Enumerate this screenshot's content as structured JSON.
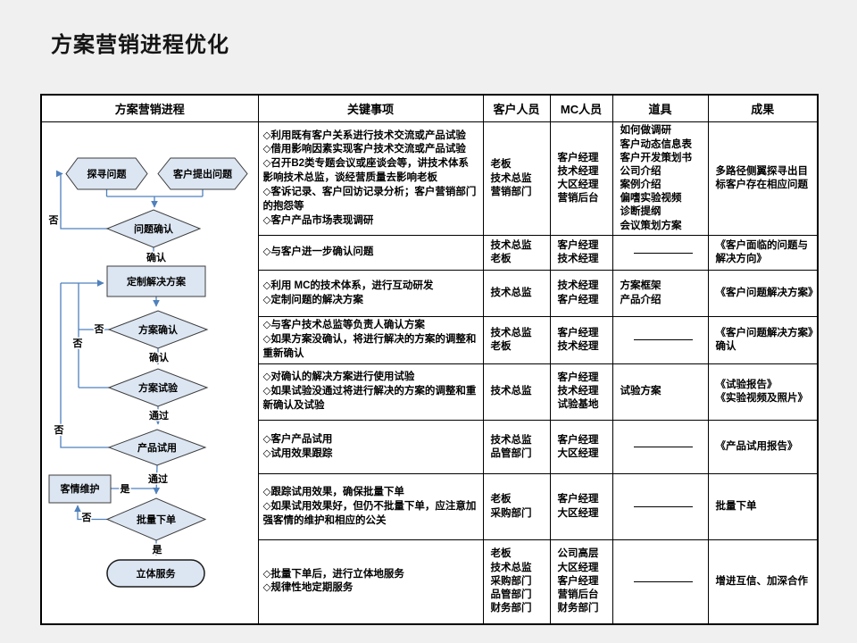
{
  "title": "方案营销进程优化",
  "table": {
    "headers": [
      "方案营销进程",
      "关键事项",
      "客户人员",
      "MC人员",
      "道具",
      "成果"
    ],
    "rows": [
      {
        "key_items": "◇利用既有客户关系进行技术交流或产品试验\n◇借用影响因素实现客户技术交流或产品试验\n◇召开B2类专题会议或座谈会等，讲技术体系影响技术总监，谈经营质量去影响老板\n◇客诉记录、客户回访记录分析；客户营销部门的抱怨等\n◇客户产品市场表现调研",
        "customer": "老板\n技术总监\n营销部门",
        "mc": "客户经理\n技术经理\n大区经理\n营销后台",
        "props": "如何做调研\n客户动态信息表\n客户开发策划书\n公司介绍\n案例介绍\n偏嗜实验视频\n诊断提纲\n会议策划方案",
        "props_dash": false,
        "result": "多路径侧翼探寻出目标客户存在相应问题"
      },
      {
        "key_items": "◇与客户进一步确认问题",
        "customer": "技术总监\n老板",
        "mc": "客户经理\n技术经理",
        "props": "",
        "props_dash": true,
        "result": "《客户面临的问题与解决方向》"
      },
      {
        "key_items": "◇利用 MC的技术体系，进行互动研发\n◇定制问题的解决方案",
        "customer": "技术总监",
        "mc": "技术经理\n客户经理",
        "props": "方案框架\n产品介绍",
        "props_dash": false,
        "result": "《客户问题解决方案》"
      },
      {
        "key_items": "◇与客户技术总监等负责人确认方案\n◇如果方案没确认，将进行解决的方案的调整和重新确认",
        "customer": "技术总监\n老板",
        "mc": "客户经理\n技术经理",
        "props": "",
        "props_dash": true,
        "result": "《客户问题解决方案》确认"
      },
      {
        "key_items": "◇对确认的解决方案进行使用试验\n◇如果试验没通过将进行解决的方案的调整和重新确认及试验",
        "customer": "技术总监",
        "mc": "客户经理\n技术经理\n试验基地",
        "props": "试验方案",
        "props_dash": false,
        "result": "《试验报告》\n《实验视频及照片》"
      },
      {
        "key_items": "◇客户产品试用\n◇试用效果跟踪",
        "customer": "技术总监\n品管部门",
        "mc": "客户经理\n大区经理",
        "props": "",
        "props_dash": true,
        "result": "《产品试用报告》"
      },
      {
        "key_items": "◇跟踪试用效果，确保批量下单\n◇如果试用效果好，但仍不批量下单，应注意加强客情的维护和相应的公关",
        "customer": "老板\n采购部门",
        "mc": "客户经理\n大区经理",
        "props": "",
        "props_dash": true,
        "result": "批量下单"
      },
      {
        "key_items": "◇批量下单后，进行立体地服务\n◇规律性地定期服务",
        "customer": "老板\n技术总监\n采购部门\n品管部门\n财务部门",
        "mc": "公司高层\n大区经理\n客户经理\n营销后台\n财务部门",
        "props": "",
        "props_dash": true,
        "result": "增进互信、加深合作"
      }
    ]
  },
  "flowchart": {
    "nodes": {
      "explore": "探寻问题",
      "customer_raise": "客户提出问题",
      "problem_confirm": "问题确认",
      "custom_solution": "定制解决方案",
      "solution_confirm": "方案确认",
      "solution_trial": "方案试验",
      "product_trial": "产品试用",
      "bulk_order": "批量下单",
      "stereo_service": "立体服务",
      "relation_maintain": "客情维护"
    },
    "labels": {
      "no": "否",
      "yes": "是",
      "confirm": "确认",
      "pass": "通过"
    },
    "colors": {
      "shape_fill": "#dce6f2",
      "shape_border": "#3c3c3c",
      "connector": "#4f81bd"
    }
  }
}
